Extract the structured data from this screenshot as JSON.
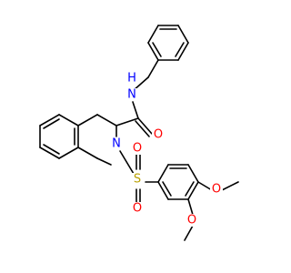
{
  "molecule": {
    "atoms": {
      "n_amide": {
        "label": "N",
        "color": "#0000ff"
      },
      "h_amide": {
        "label": "H",
        "color": "#0000ff"
      },
      "o_carbonyl": {
        "label": "O",
        "color": "#ff0000"
      },
      "n_ring": {
        "label": "N",
        "color": "#0000ff"
      },
      "s_sulfonyl": {
        "label": "S",
        "color": "#b8a000"
      },
      "o_sulfonyl_top": {
        "label": "O",
        "color": "#ff0000"
      },
      "o_sulfonyl_bottom": {
        "label": "O",
        "color": "#ff0000"
      },
      "o_methoxy_4": {
        "label": "O",
        "color": "#ff0000"
      },
      "o_methoxy_3": {
        "label": "O",
        "color": "#ff0000"
      }
    }
  }
}
